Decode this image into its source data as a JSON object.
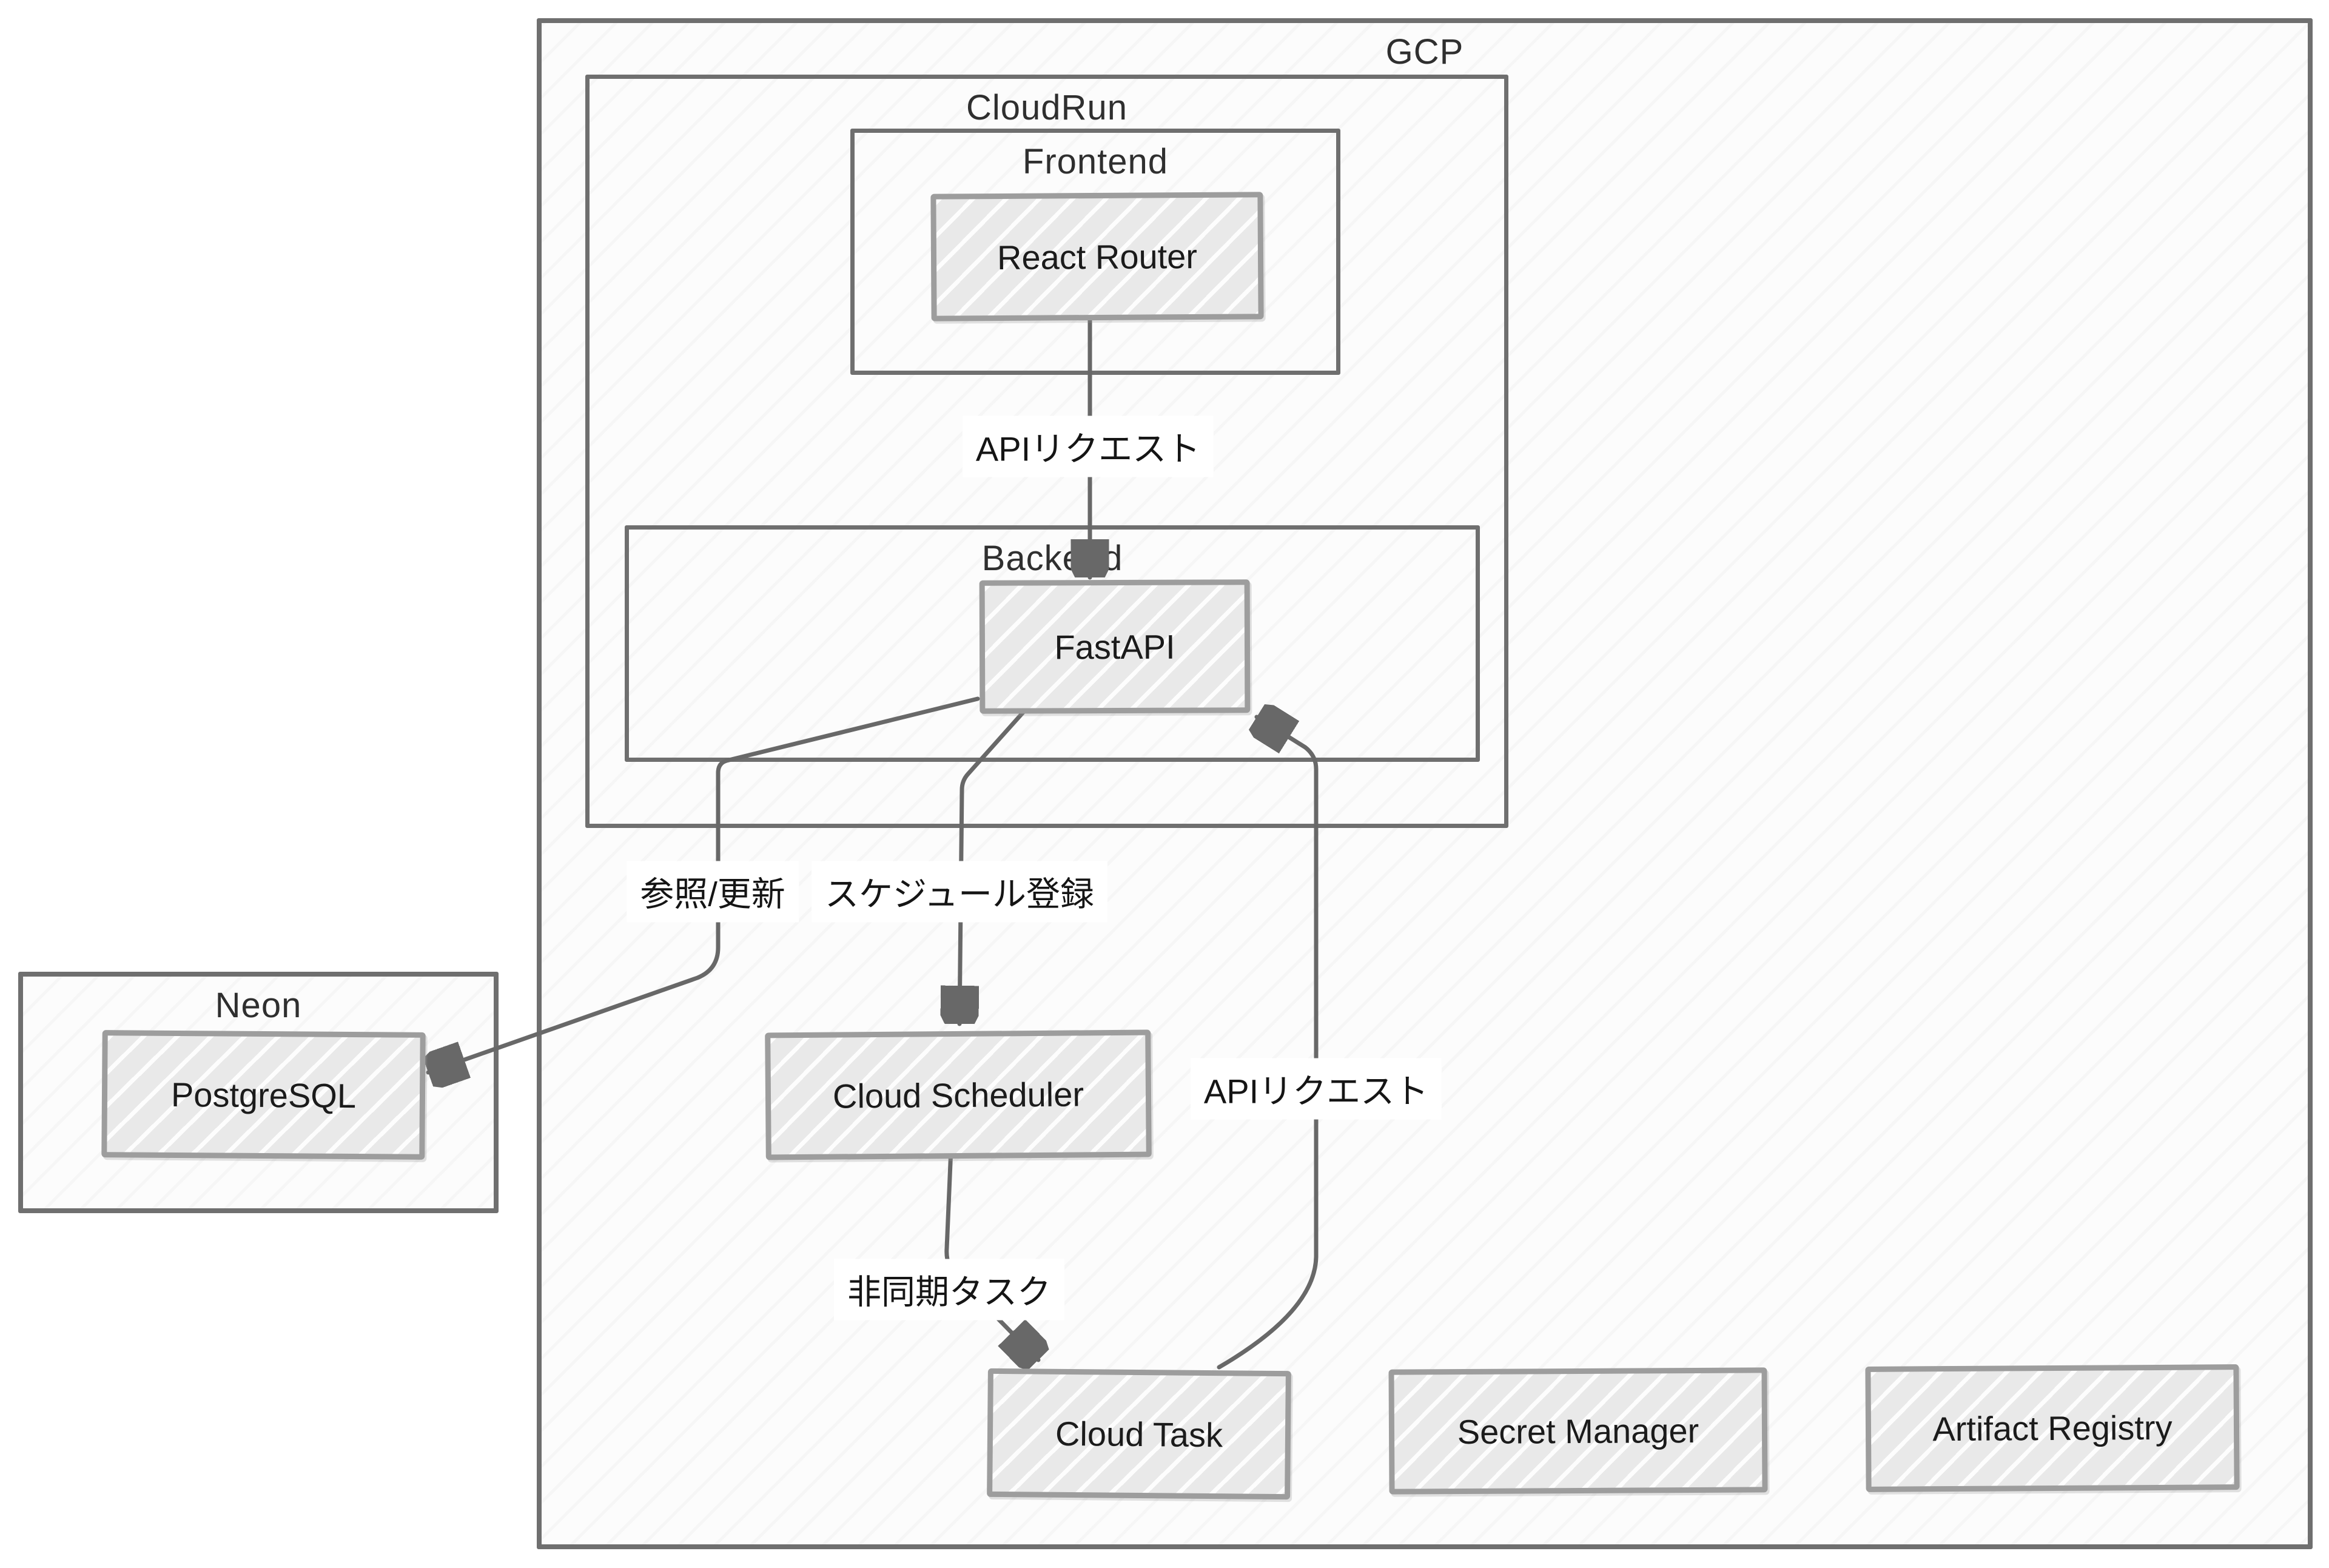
{
  "diagram_type": "architecture-sketch",
  "colors": {
    "canvas_bg": "#ffffff",
    "container_border": "#6f6f6f",
    "node_border": "#9d9d9d",
    "node_fill": "#e9e9e9",
    "arrow": "#686868",
    "node_text": "#1b1b1b",
    "container_text": "#2f2f2f"
  },
  "containers": {
    "gcp": {
      "label": "GCP"
    },
    "cloudrun": {
      "label": "CloudRun"
    },
    "frontend": {
      "label": "Frontend"
    },
    "backend": {
      "label": "Backend"
    },
    "neon": {
      "label": "Neon"
    }
  },
  "nodes": {
    "react_router": {
      "label": "React Router"
    },
    "fastapi": {
      "label": "FastAPI"
    },
    "postgresql": {
      "label": "PostgreSQL"
    },
    "cloud_scheduler": {
      "label": "Cloud Scheduler"
    },
    "cloud_task": {
      "label": "Cloud Task"
    },
    "secret_manager": {
      "label": "Secret Manager"
    },
    "artifact_registry": {
      "label": "Artifact Registry"
    }
  },
  "edges": {
    "api_request_frontend": {
      "label": "APIリクエスト",
      "from": "React Router",
      "to": "FastAPI"
    },
    "ref_update": {
      "label": "参照/更新",
      "from": "FastAPI",
      "to": "PostgreSQL"
    },
    "schedule_register": {
      "label": "スケジュール登録",
      "from": "FastAPI",
      "to": "Cloud Scheduler"
    },
    "async_task": {
      "label": "非同期タスク",
      "from": "Cloud Scheduler",
      "to": "Cloud Task"
    },
    "api_request_task": {
      "label": "APIリクエスト",
      "from": "Cloud Task",
      "to": "FastAPI"
    }
  }
}
